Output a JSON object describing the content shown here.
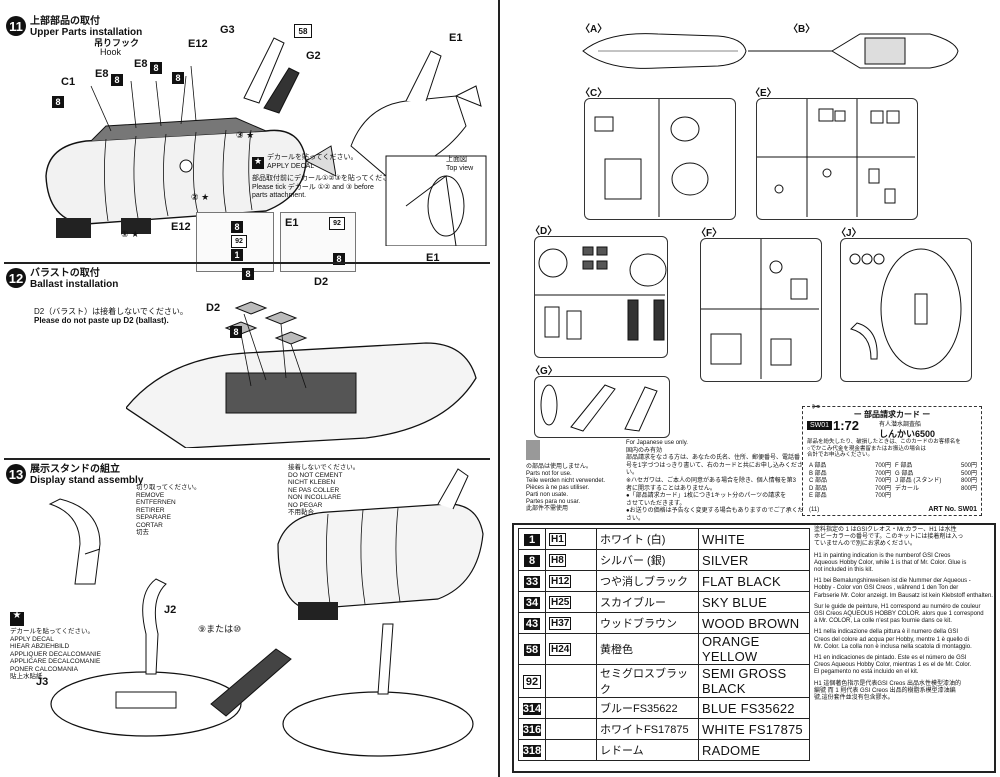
{
  "step11": {
    "number": "11",
    "title_jp": "上部部品の取付",
    "title_en": "Upper Parts installation",
    "labels": {
      "hook_jp": "吊りフック",
      "hook_en": "Hook",
      "c1": "C1",
      "e8a": "E8",
      "e8b": "E8",
      "e12a": "E12",
      "e12b": "E12",
      "g3": "G3",
      "g2": "G2",
      "e1a": "E1",
      "e1b": "E1",
      "e1c": "E1",
      "num58": "58",
      "num8": "8",
      "num92": "92",
      "call1": "1",
      "call2": "2",
      "call3": "3"
    },
    "decal_note": [
      "デカールを貼ってください。",
      "APPLY DECAL"
    ],
    "tick_note": [
      "部品取付前にデカール①②③を貼ってください。",
      "Please tick デカール ①② and ③ before",
      "parts attachment."
    ],
    "top_view": [
      "上面図",
      "Top view"
    ]
  },
  "step12": {
    "number": "12",
    "title_jp": "バラストの取付",
    "title_en": "Ballast installation",
    "note_jp": "D2（バラスト）は接着しないでください。",
    "note_en": "Please do not paste up D2 (ballast).",
    "labels": {
      "d2a": "D2",
      "d2b": "D2",
      "b8a": "8",
      "b8b": "8"
    }
  },
  "step13": {
    "number": "13",
    "title_jp": "展示スタンドの組立",
    "title_en": "Display stand assembly",
    "cut_note": [
      "切り取ってください。",
      "REMOVE",
      "ENTFERNEN",
      "RETIRER",
      "SEPARARE",
      "CORTAR",
      "切去"
    ],
    "no_cement": [
      "接着しないでください。",
      "DO NOT CEMENT",
      "NICHT KLEBEN",
      "NE PAS COLLER",
      "NON INCOLLARE",
      "NO PEGAR",
      "不用黏合"
    ],
    "decal_multi": [
      "デカールを貼ってください。",
      "APPLY DECAL",
      "HIEAR ABZIEHBILD",
      "APPLIQUER DECALCOMANIE",
      "APPLICARE DECALCOMANIE",
      "PONER CALCOMANIA",
      "貼上水貼紙"
    ],
    "labels": {
      "j2": "J2",
      "j3": "J3",
      "or_label": "⑨または⑩"
    }
  },
  "sprues": {
    "A": "A",
    "B": "B",
    "C": "C",
    "E": "E",
    "D": "D",
    "F": "F",
    "J": "J",
    "G": "G"
  },
  "japan_note": {
    "header": [
      "For Japanese use only.",
      "国内のみ有効"
    ],
    "unused_jp": "の部品は使用しません。",
    "unused": [
      "Parts not for use.",
      "Teile werden nicht verwendet.",
      "Pièces à ne pas utiliser.",
      "Parti non usate.",
      "Partes para no usar.",
      "此部件不需使用"
    ],
    "body": [
      "部品請求をなさる方は、あなたの氏名、住所、郵便番号、電話番",
      "号を1字づつはっきり書いて、右のカードと共にお申し込みくださ",
      "い。",
      "※ハセガワは、ご本人の同意がある場合を除き、個人情報を第3",
      "者に開示することはありません。",
      "●「部品請求カード」1枚につき1キット分のパーツの請求を",
      "させていただきます。",
      "●お送りの価格は予告なく変更する場合もありますのでご了承くだ",
      "さい。"
    ]
  },
  "card": {
    "title": "ー 部品請求カード ー",
    "code": "SW01",
    "scale": "1:72",
    "subtitle": "有人潜水調査船",
    "name": "しんかい6500",
    "intro": [
      "部品を紛失したり、破損したときは、このカードのお客様名を",
      "○でかこみ代金を現金書留またはお振込の場合は",
      "合計でお申込みください。"
    ],
    "rows": [
      {
        "label": "A 部品",
        "price": "700円"
      },
      {
        "label": "B 部品",
        "price": "700円"
      },
      {
        "label": "C 部品",
        "price": "700円"
      },
      {
        "label": "D 部品",
        "price": "700円"
      },
      {
        "label": "E 部品",
        "price": "700円"
      },
      {
        "label": "F 部品",
        "price": "500円"
      },
      {
        "label": "G 部品",
        "price": "500円"
      },
      {
        "label": "J 部品 (スタンド)",
        "price": "800円"
      },
      {
        "label": "デカール",
        "price": "800円"
      }
    ],
    "footer_left": "(11)",
    "footer_right": "ART No. SW01"
  },
  "paints": [
    {
      "num": "1",
      "code": "H1",
      "jp": "ホワイト (白)",
      "en": "WHITE",
      "inv": false
    },
    {
      "num": "8",
      "code": "H8",
      "jp": "シルバー (銀)",
      "en": "SILVER",
      "inv": false
    },
    {
      "num": "33",
      "code": "H12",
      "jp": "つや消しブラック",
      "en": "FLAT BLACK",
      "inv": false
    },
    {
      "num": "34",
      "code": "H25",
      "jp": "スカイブルー",
      "en": "SKY BLUE",
      "inv": false
    },
    {
      "num": "43",
      "code": "H37",
      "jp": "ウッドブラウン",
      "en": "WOOD BROWN",
      "inv": false
    },
    {
      "num": "58",
      "code": "H24",
      "jp": "黄橙色",
      "en": "ORANGE YELLOW",
      "inv": false
    },
    {
      "num": "92",
      "code": "",
      "jp": "セミグロスブラック",
      "en": "SEMI GROSS BLACK",
      "inv": true
    },
    {
      "num": "314",
      "code": "",
      "jp": "ブルーFS35622",
      "en": "BLUE FS35622",
      "inv": false
    },
    {
      "num": "316",
      "code": "",
      "jp": "ホワイトFS17875",
      "en": "WHITE FS17875",
      "inv": false
    },
    {
      "num": "318",
      "code": "",
      "jp": "レドーム",
      "en": "RADOME",
      "inv": false
    }
  ],
  "paint_notes": [
    [
      "塗料指定の 1 はGSIクレオス・Mr.カラー、H1 は水性",
      "ホビーカラーの番号です。このキットには接着剤は入っ",
      "ていませんので別にお求めください。"
    ],
    [
      "H1 in painting indication is the numberof GSI Creos",
      "Aqueous Hobby Color, while 1 is that of Mr. Color. Glue is",
      "not included in this kit."
    ],
    [
      "H1 bei Bemalungshinweisen ist die Nummer der Aqueous -",
      "Hobby - Color von GSI Creos , während 1 den Ton der",
      "Farbserie Mr. Color anzeigt. Im Bausatz ist kein Klebstoff enthalten."
    ],
    [
      "Sur le guide de peinture, H1 correspond au numéro de couleur",
      "GSI Creos AQUEOUS HOBBY COLOR. alors que 1 correspond",
      "à Mr. COLOR, La colle n'est pas fournie dans ce kit."
    ],
    [
      "H1 nella indicazione della pittura è il numero della GSI",
      "Creos del colore ad acqua per Hobby, mentre 1 è quello di",
      "Mr. Color. La colla non è inclusa nella scatola di montaggio."
    ],
    [
      "H1 en indicaciones de pintado. Este es el número de GSI",
      "Creos Aqueous Hobby Color, mientras 1 es el de Mr. Color.",
      "El pegamento no está incluido en el kit."
    ],
    [
      "H1 這個著色指示是代表GSI Creos 出品水性模型漆油的",
      "編號 而 1 則代表 GSI Creos 出品的樹脂系模型漆油編",
      "號,這份套件並沒有包含膠水。"
    ]
  ]
}
